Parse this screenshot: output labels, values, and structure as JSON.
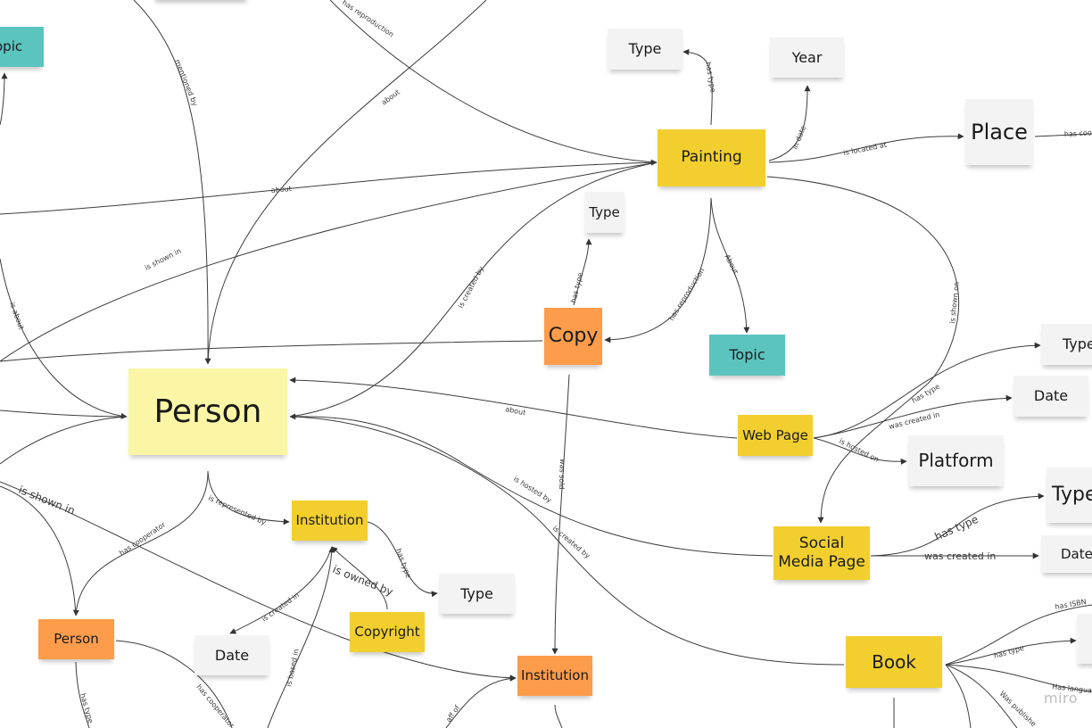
{
  "nodes": {
    "topic_left": "opic",
    "type_top": "Type",
    "year": "Year",
    "place": "Place",
    "painting": "Painting",
    "type_copy": "Type",
    "copy": "Copy",
    "topic_mid": "Topic",
    "person_main": "Person",
    "type_right1": "Type",
    "date_right1": "Date",
    "web_page": "Web Page",
    "platform": "Platform",
    "type_right2": "Type",
    "social_media_page": "Social Media Page",
    "date_right2": "Date",
    "institution_1": "Institution",
    "type_inst": "Type",
    "copyright": "Copyright",
    "person_small": "Person",
    "date_small": "Date",
    "institution_2": "Institution",
    "book": "Book"
  },
  "edge_labels": {
    "has_reproduction_top": "has reproduction",
    "mentioned_by": "mentioned by",
    "about_top": "about",
    "has_type_painting": "has type",
    "in_date": "in date",
    "is_located_at": "is located at",
    "has_coordinates": "has coor",
    "about_long": "about",
    "is_shown_in_left": "is shown in",
    "is_created_by_painting": "is created by",
    "has_type_copy": "has type",
    "has_reproduction": "has reproduction",
    "about_topic": "About",
    "is_shown_on": "is shown on",
    "is_about": "is about",
    "about_webpage": "about",
    "has_type_web": "has type",
    "was_created_in_web": "was created in",
    "is_hosted_on": "is hosted on",
    "is_hosted_by": "is hosted by",
    "was_sold": "was sold",
    "is_created_by_book": "is created by",
    "is_shown_in_big": "is shown in",
    "is_represented_by": "is represented by",
    "has_cooperator": "has cooperator",
    "has_type_inst": "has type",
    "is_owned_by": "is owned by",
    "is_created_in": "is created in",
    "is_based_in": "is based in",
    "has_type_social": "has type",
    "was_created_in_social": "was created in",
    "has_isbn": "has ISBN",
    "has_type_book": "has type",
    "has_language": "Has languag",
    "was_published": "Was publishe",
    "has_cooperator_bottom": "has cooperator",
    "has_type_person": "has type",
    "staff_of": "aff of"
  },
  "watermark": "miro"
}
